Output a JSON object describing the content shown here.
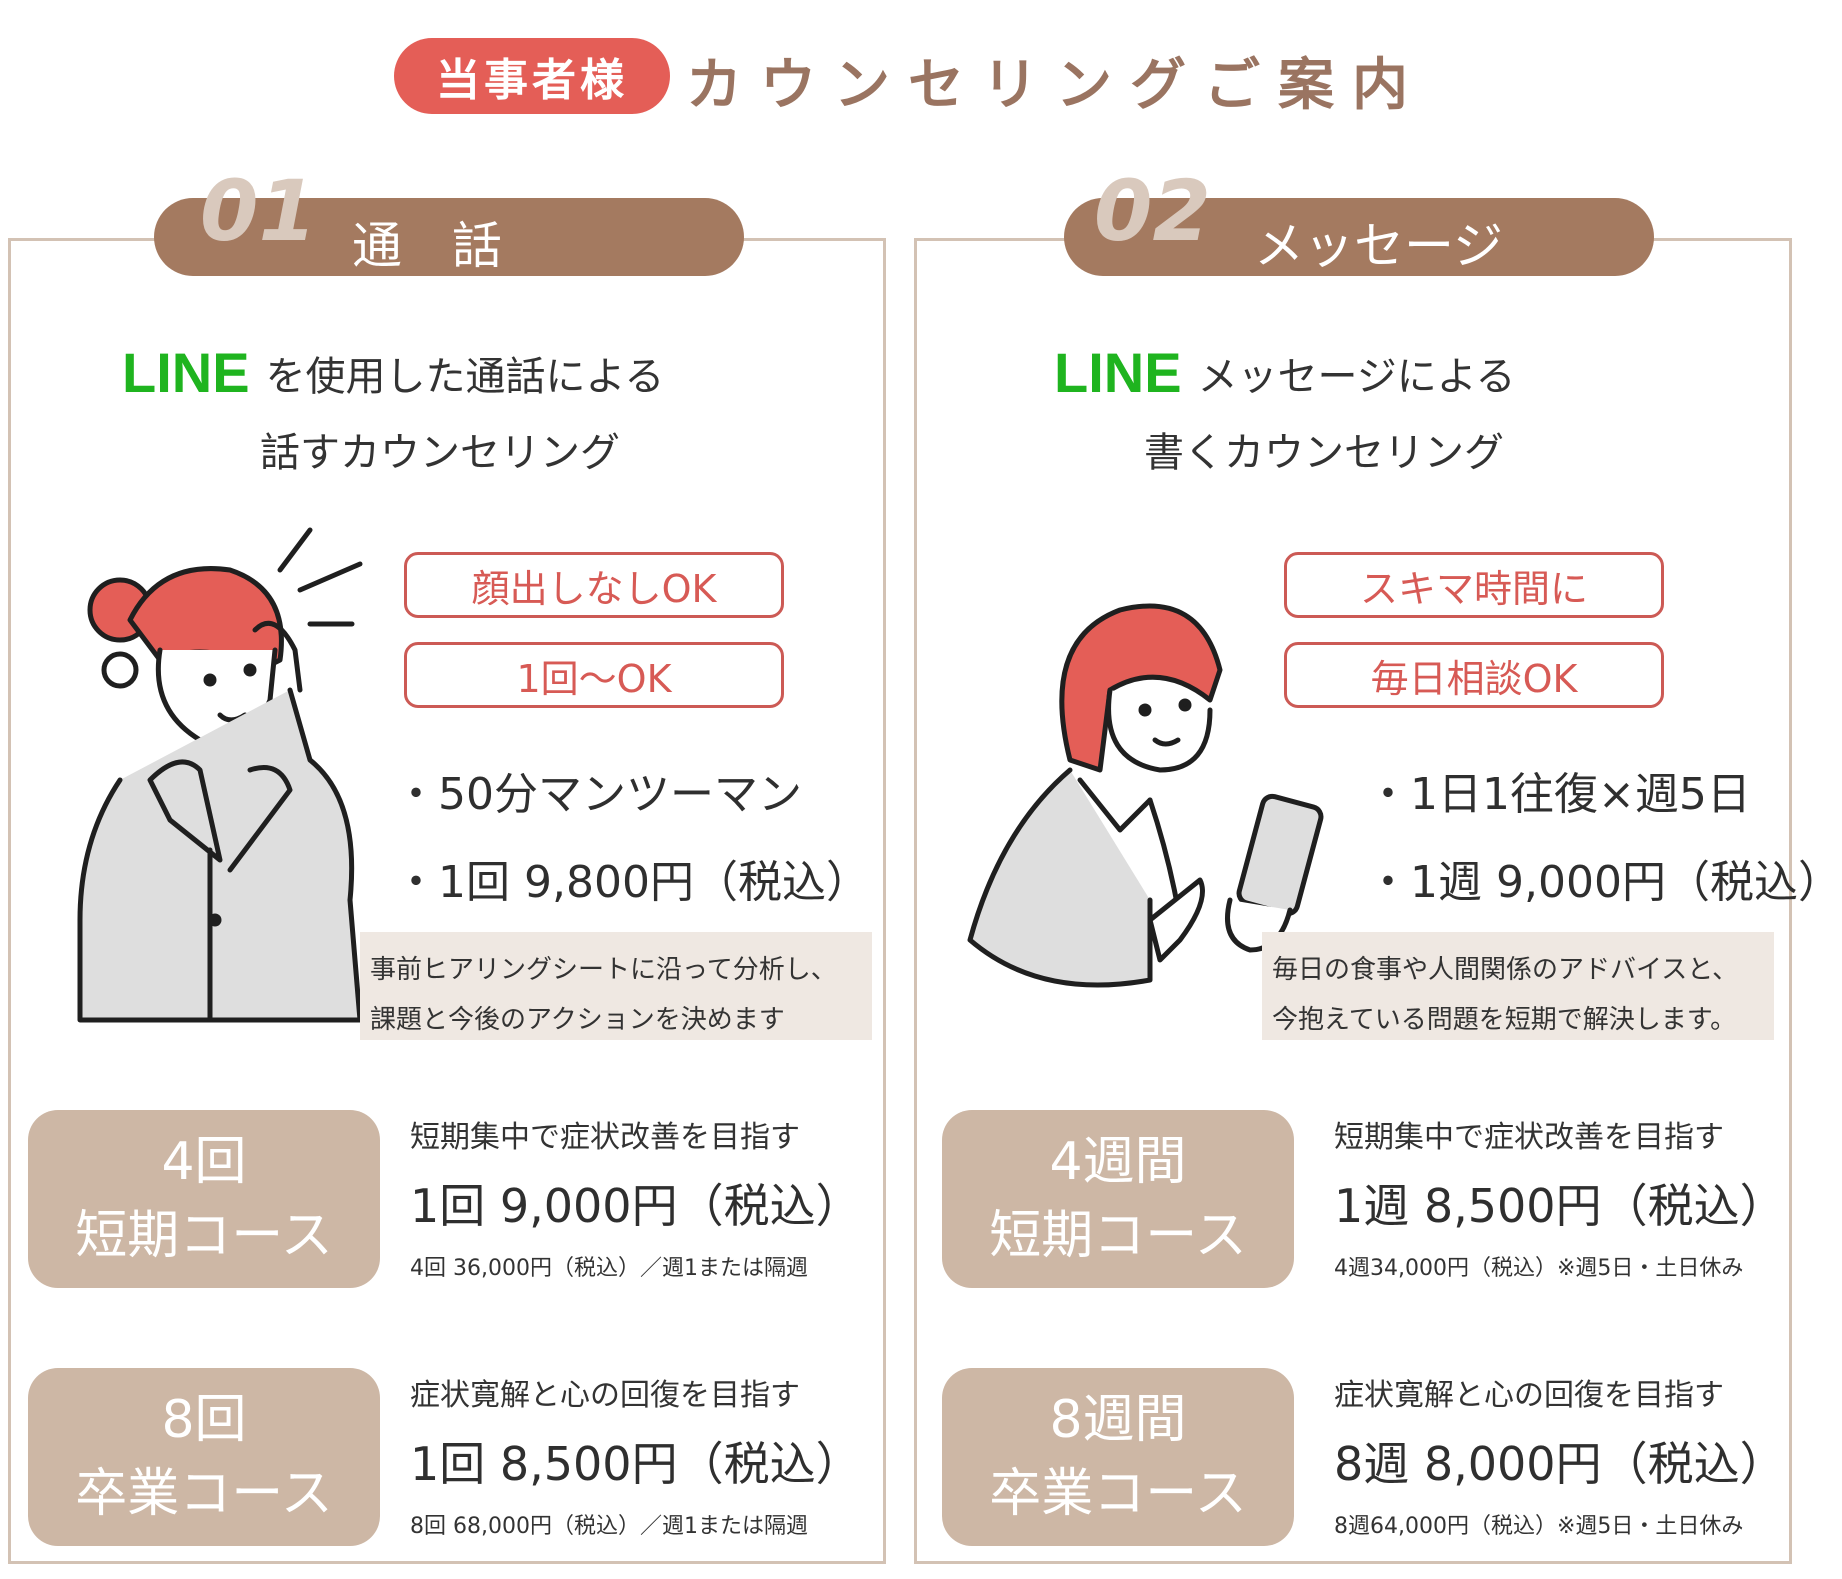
{
  "header": {
    "badge": "当事者様",
    "title": "カウンセリングご案内"
  },
  "left": {
    "ribbon": {
      "num": "01",
      "title": "通　話"
    },
    "lead1": "を使用した通話による",
    "lead2": "話すカウンセリング",
    "line_logo": "LINE",
    "pills": [
      "顔出しなしOK",
      "1回～OK"
    ],
    "bullet1": "・50分マンツーマン",
    "bullet2": "・1回 9,800円（税込）",
    "note_lines": [
      "事前ヒアリングシートに沿って分析し、",
      "課題と今後のアクションを決めます"
    ],
    "courses": [
      {
        "label1": "4回",
        "label2": "短期コース",
        "desc": "短期集中で症状改善を目指す",
        "price": "1回 9,000円（税込）",
        "sub": "4回 36,000円（税込）／週1または隔週"
      },
      {
        "label1": "8回",
        "label2": "卒業コース",
        "desc": "症状寛解と心の回復を目指す",
        "price": "1回 8,500円（税込）",
        "sub": "8回 68,000円（税込）／週1または隔週"
      }
    ]
  },
  "right": {
    "ribbon": {
      "num": "02",
      "title": "メッセージ"
    },
    "lead1": "メッセージによる",
    "lead2": "書くカウンセリング",
    "line_logo": "LINE",
    "pills": [
      "スキマ時間に",
      "毎日相談OK"
    ],
    "bullet1": "・1日1往復×週5日",
    "bullet2": "・1週 9,000円（税込）",
    "note_lines": [
      "毎日の食事や人間関係のアドバイスと、",
      "今抱えている問題を短期で解決します。"
    ],
    "courses": [
      {
        "label1": "4週間",
        "label2": "短期コース",
        "desc": "短期集中で症状改善を目指す",
        "price": "1週 8,500円（税込）",
        "sub": "4週34,000円（税込）※週5日・土日休み"
      },
      {
        "label1": "8週間",
        "label2": "卒業コース",
        "desc": "症状寛解と心の回復を目指す",
        "price": "8週 8,000円（税込）",
        "sub": "8週64,000円（税込）※週5日・土日休み"
      }
    ]
  },
  "colors": {
    "accent": "#e45e57",
    "brown": "#a47a60",
    "beige": "#cdb7a5",
    "line_green": "#1fb41f"
  }
}
